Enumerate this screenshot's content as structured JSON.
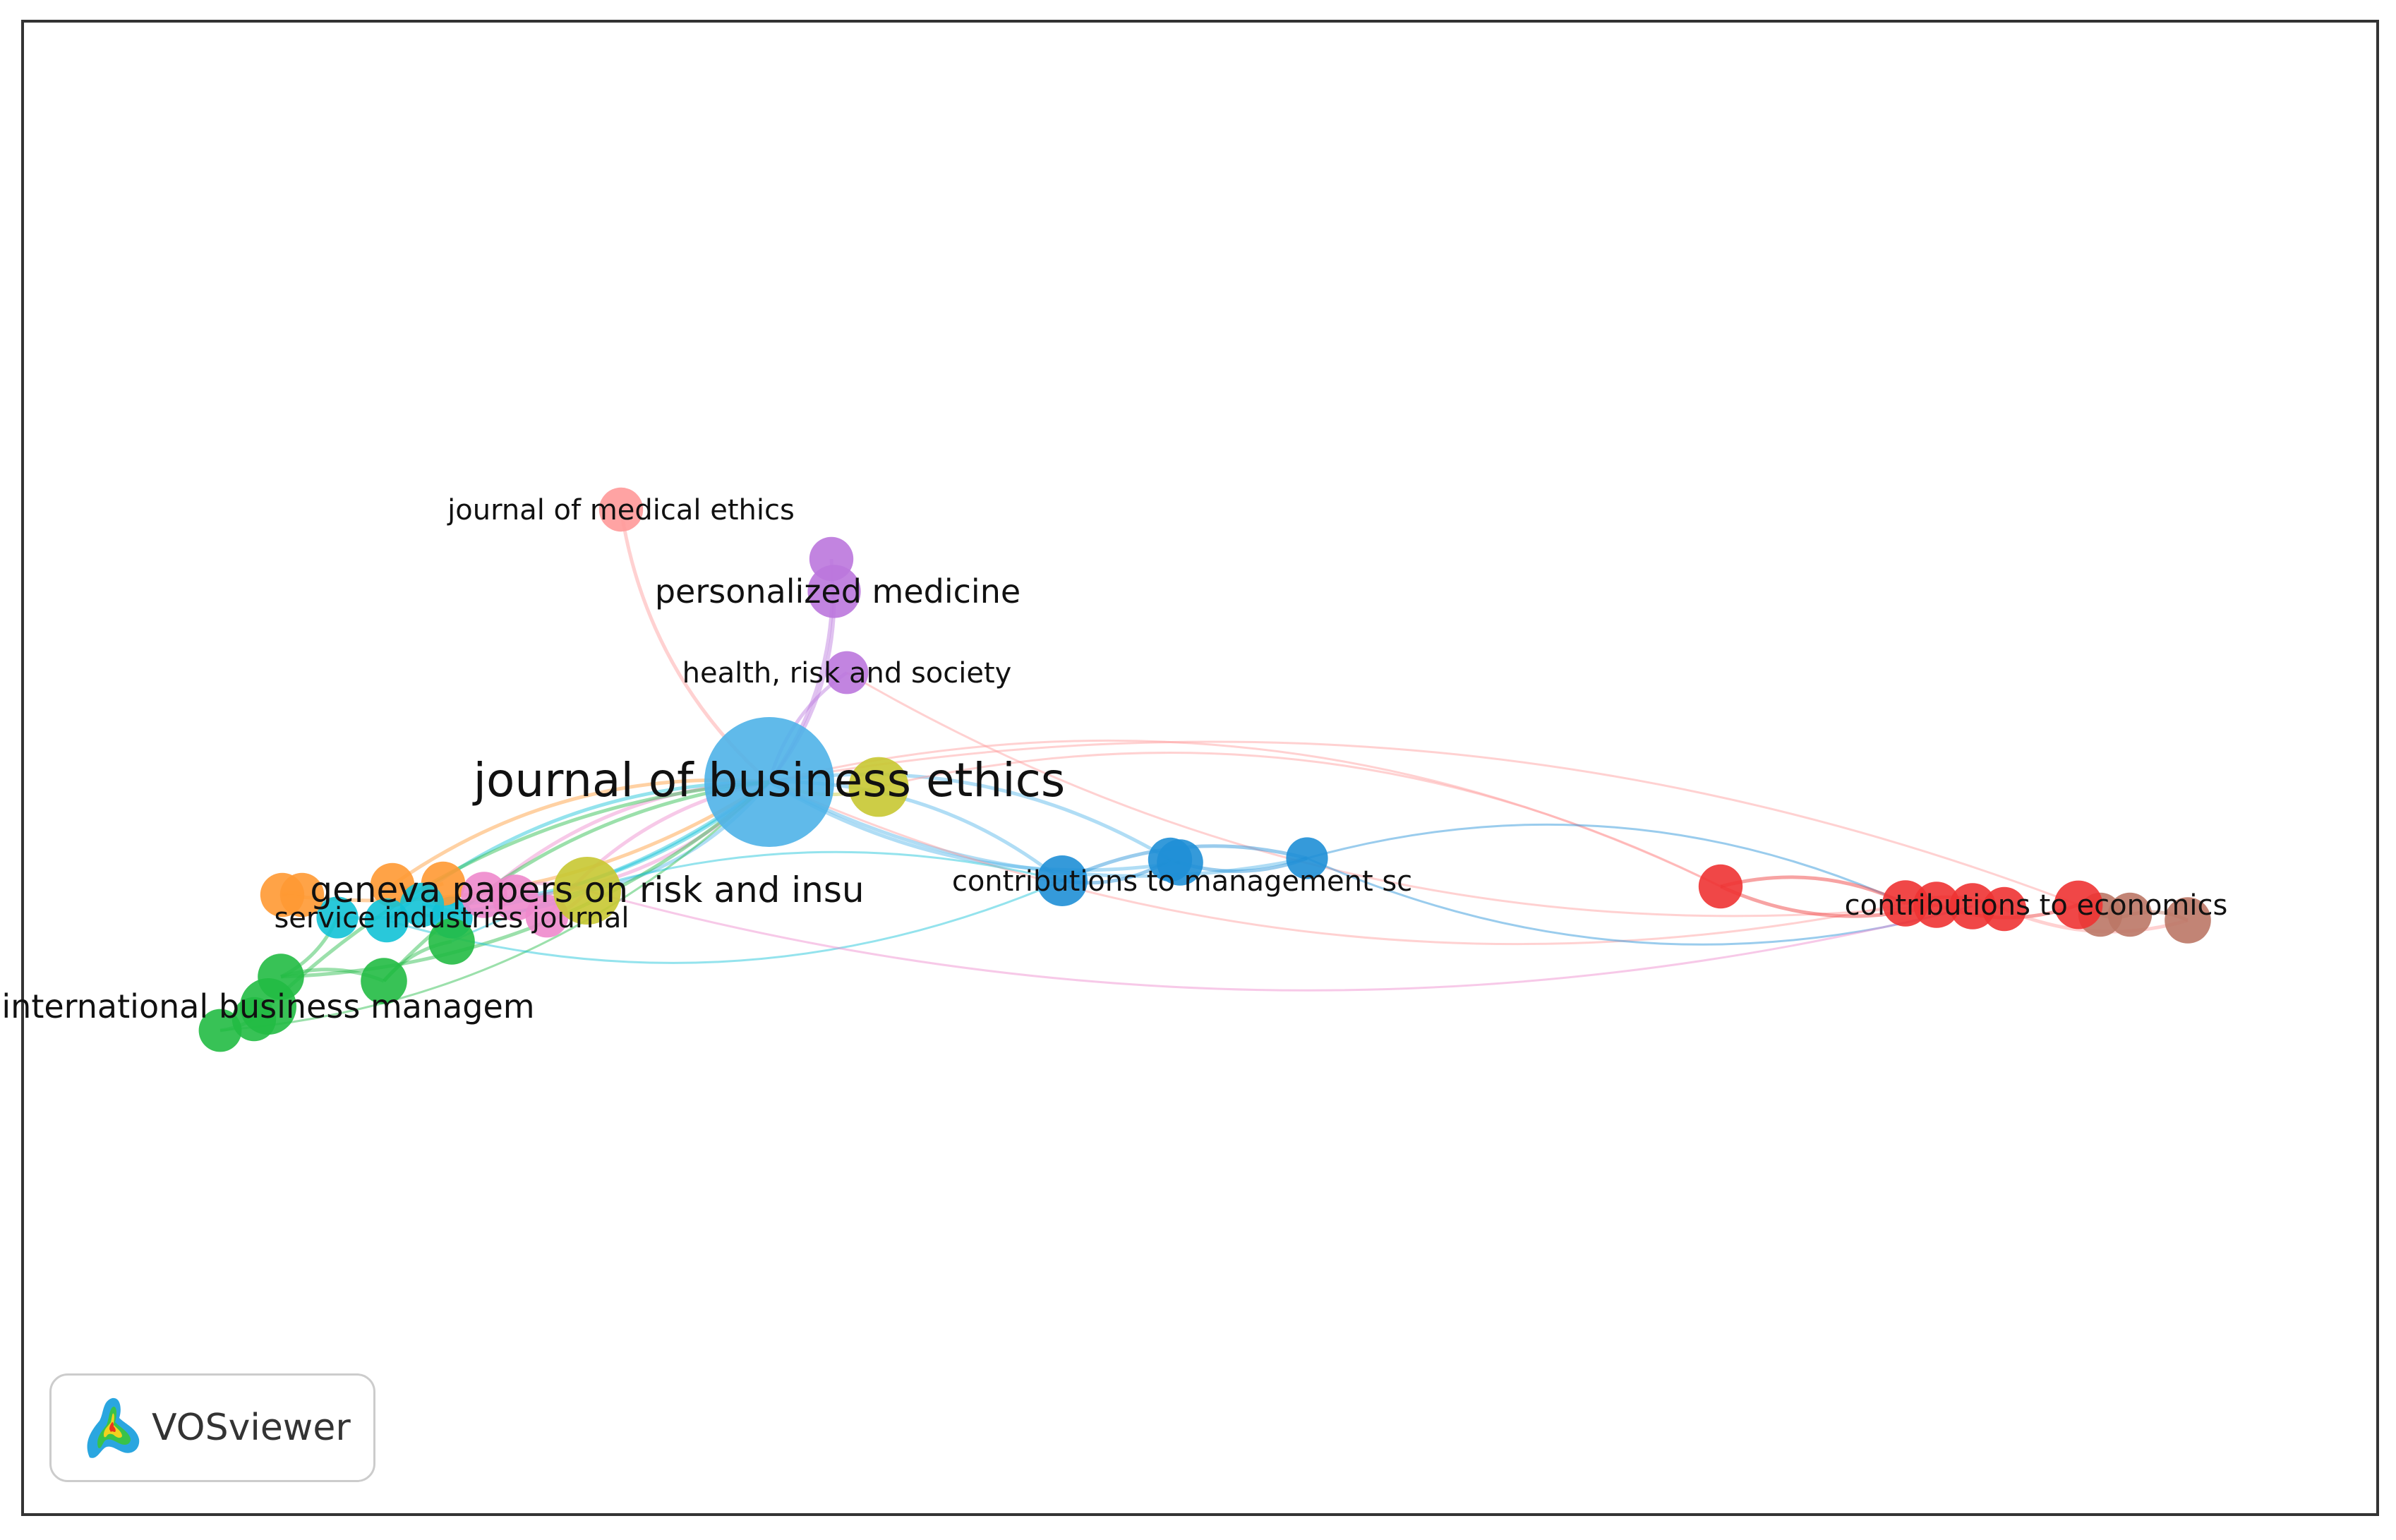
{
  "app": {
    "name": "VOSviewer",
    "logo_icon": "vosviewer-logo-icon"
  },
  "network": {
    "clusters": {
      "blue": "#1f8fd6",
      "lightblue": "#4fb3e8",
      "yellow": "#c8c832",
      "orange": "#ff9933",
      "cyan": "#12c2d6",
      "pink": "#ee88cc",
      "green": "#22bb44",
      "purple": "#bb77dd",
      "salmon": "#ff9999",
      "red": "#ee3333",
      "brown": "#bb7766"
    },
    "nodes": [
      {
        "id": "jbe",
        "label": "journal of business ethics",
        "cluster": "lightblue",
        "weight": 10
      },
      {
        "id": "gpri",
        "label": "geneva papers on risk and insu",
        "cluster": "yellow",
        "weight": 4.5
      },
      {
        "id": "sij",
        "label": "service industries journal",
        "cluster": "cyan",
        "weight": 2.2
      },
      {
        "id": "ibm",
        "label": "international business managem",
        "cluster": "green",
        "weight": 3.5
      },
      {
        "id": "jme",
        "label": "journal of medical ethics",
        "cluster": "salmon",
        "weight": 2.4
      },
      {
        "id": "pm",
        "label": "personalized medicine",
        "cluster": "purple",
        "weight": 3.2
      },
      {
        "id": "hrs",
        "label": "health, risk and society",
        "cluster": "purple",
        "weight": 2.3
      },
      {
        "id": "ctm",
        "label": "contributions to management sc",
        "cluster": "blue",
        "weight": 3
      },
      {
        "id": "cte",
        "label": "contributions to economics",
        "cluster": "red",
        "weight": 2.8
      },
      {
        "id": "y2",
        "label": "",
        "cluster": "yellow",
        "weight": 3.8
      },
      {
        "id": "p1",
        "label": "",
        "cluster": "purple",
        "weight": 2.4
      },
      {
        "id": "o1",
        "label": "",
        "cluster": "orange",
        "weight": 2.4
      },
      {
        "id": "o2",
        "label": "",
        "cluster": "orange",
        "weight": 2.4
      },
      {
        "id": "o3",
        "label": "",
        "cluster": "orange",
        "weight": 2.4
      },
      {
        "id": "o4",
        "label": "",
        "cluster": "orange",
        "weight": 2.4
      },
      {
        "id": "c1",
        "label": "",
        "cluster": "cyan",
        "weight": 2.2
      },
      {
        "id": "c2",
        "label": "",
        "cluster": "cyan",
        "weight": 2.4
      },
      {
        "id": "c3",
        "label": "",
        "cluster": "cyan",
        "weight": 2.4
      },
      {
        "id": "pk1",
        "label": "",
        "cluster": "pink",
        "weight": 2.6
      },
      {
        "id": "pk2",
        "label": "",
        "cluster": "pink",
        "weight": 2.6
      },
      {
        "id": "pk3",
        "label": "",
        "cluster": "pink",
        "weight": 2.3
      },
      {
        "id": "g1",
        "label": "",
        "cluster": "green",
        "weight": 2.6
      },
      {
        "id": "g2",
        "label": "",
        "cluster": "green",
        "weight": 2.6
      },
      {
        "id": "g3",
        "label": "",
        "cluster": "green",
        "weight": 2.3
      },
      {
        "id": "g4",
        "label": "",
        "cluster": "green",
        "weight": 2.6
      },
      {
        "id": "g5",
        "label": "",
        "cluster": "green",
        "weight": 2.4
      },
      {
        "id": "b1",
        "label": "",
        "cluster": "blue",
        "weight": 2.6
      },
      {
        "id": "b2",
        "label": "",
        "cluster": "blue",
        "weight": 2.4
      },
      {
        "id": "b3",
        "label": "",
        "cluster": "blue",
        "weight": 2.2
      },
      {
        "id": "r1",
        "label": "",
        "cluster": "red",
        "weight": 2.4
      },
      {
        "id": "r2",
        "label": "",
        "cluster": "red",
        "weight": 2.6
      },
      {
        "id": "r3",
        "label": "",
        "cluster": "red",
        "weight": 2.6
      },
      {
        "id": "r4",
        "label": "",
        "cluster": "red",
        "weight": 2.6
      },
      {
        "id": "r5",
        "label": "",
        "cluster": "red",
        "weight": 2.4
      },
      {
        "id": "br1",
        "label": "",
        "cluster": "brown",
        "weight": 2.4
      },
      {
        "id": "br2",
        "label": "",
        "cluster": "brown",
        "weight": 2.4
      },
      {
        "id": "br3",
        "label": "",
        "cluster": "brown",
        "weight": 2.6
      }
    ],
    "links": [
      [
        "jbe",
        "gpri",
        "lightblue"
      ],
      [
        "jbe",
        "y2",
        "yellow"
      ],
      [
        "jbe",
        "jme",
        "salmon"
      ],
      [
        "jbe",
        "pm",
        "purple"
      ],
      [
        "jbe",
        "hrs",
        "purple"
      ],
      [
        "jbe",
        "p1",
        "purple"
      ],
      [
        "jbe",
        "ctm",
        "lightblue"
      ],
      [
        "jbe",
        "b1",
        "lightblue"
      ],
      [
        "jbe",
        "b2",
        "lightblue"
      ],
      [
        "jbe",
        "b3",
        "lightblue"
      ],
      [
        "jbe",
        "o1",
        "orange"
      ],
      [
        "jbe",
        "o3",
        "orange"
      ],
      [
        "jbe",
        "c1",
        "cyan"
      ],
      [
        "jbe",
        "c2",
        "cyan"
      ],
      [
        "jbe",
        "c3",
        "cyan"
      ],
      [
        "jbe",
        "pk1",
        "pink"
      ],
      [
        "jbe",
        "pk2",
        "pink"
      ],
      [
        "jbe",
        "pk3",
        "pink"
      ],
      [
        "jbe",
        "g1",
        "green"
      ],
      [
        "jbe",
        "g2",
        "green"
      ],
      [
        "jbe",
        "g3",
        "green"
      ],
      [
        "jbe",
        "ibm",
        "green"
      ],
      [
        "jbe",
        "r1",
        "salmon"
      ],
      [
        "jbe",
        "r2",
        "salmon"
      ],
      [
        "jbe",
        "cte",
        "salmon"
      ],
      [
        "hrs",
        "r3",
        "salmon"
      ],
      [
        "y2",
        "r1",
        "salmon"
      ],
      [
        "ctm",
        "b2",
        "blue"
      ],
      [
        "ctm",
        "b3",
        "blue"
      ],
      [
        "b2",
        "b3",
        "blue"
      ],
      [
        "ctm",
        "c2",
        "cyan"
      ],
      [
        "ctm",
        "g4",
        "cyan"
      ],
      [
        "b3",
        "r2",
        "blue"
      ],
      [
        "b3",
        "r4",
        "blue"
      ],
      [
        "gpri",
        "c3",
        "cyan"
      ],
      [
        "gpri",
        "pk1",
        "pink"
      ],
      [
        "gpri",
        "pk3",
        "pink"
      ],
      [
        "gpri",
        "r4",
        "pink"
      ],
      [
        "g1",
        "g2",
        "green"
      ],
      [
        "g1",
        "c1",
        "green"
      ],
      [
        "g2",
        "g4",
        "green"
      ],
      [
        "g3",
        "ibm",
        "green"
      ],
      [
        "o1",
        "o2",
        "orange"
      ],
      [
        "o3",
        "o4",
        "orange"
      ],
      [
        "r1",
        "r2",
        "red"
      ],
      [
        "r1",
        "r3",
        "red"
      ],
      [
        "r2",
        "r5",
        "red"
      ],
      [
        "r3",
        "cte",
        "red"
      ],
      [
        "cte",
        "br1",
        "brown"
      ],
      [
        "br1",
        "br2",
        "brown"
      ],
      [
        "br2",
        "br3",
        "brown"
      ],
      [
        "r5",
        "br3",
        "salmon"
      ]
    ]
  }
}
